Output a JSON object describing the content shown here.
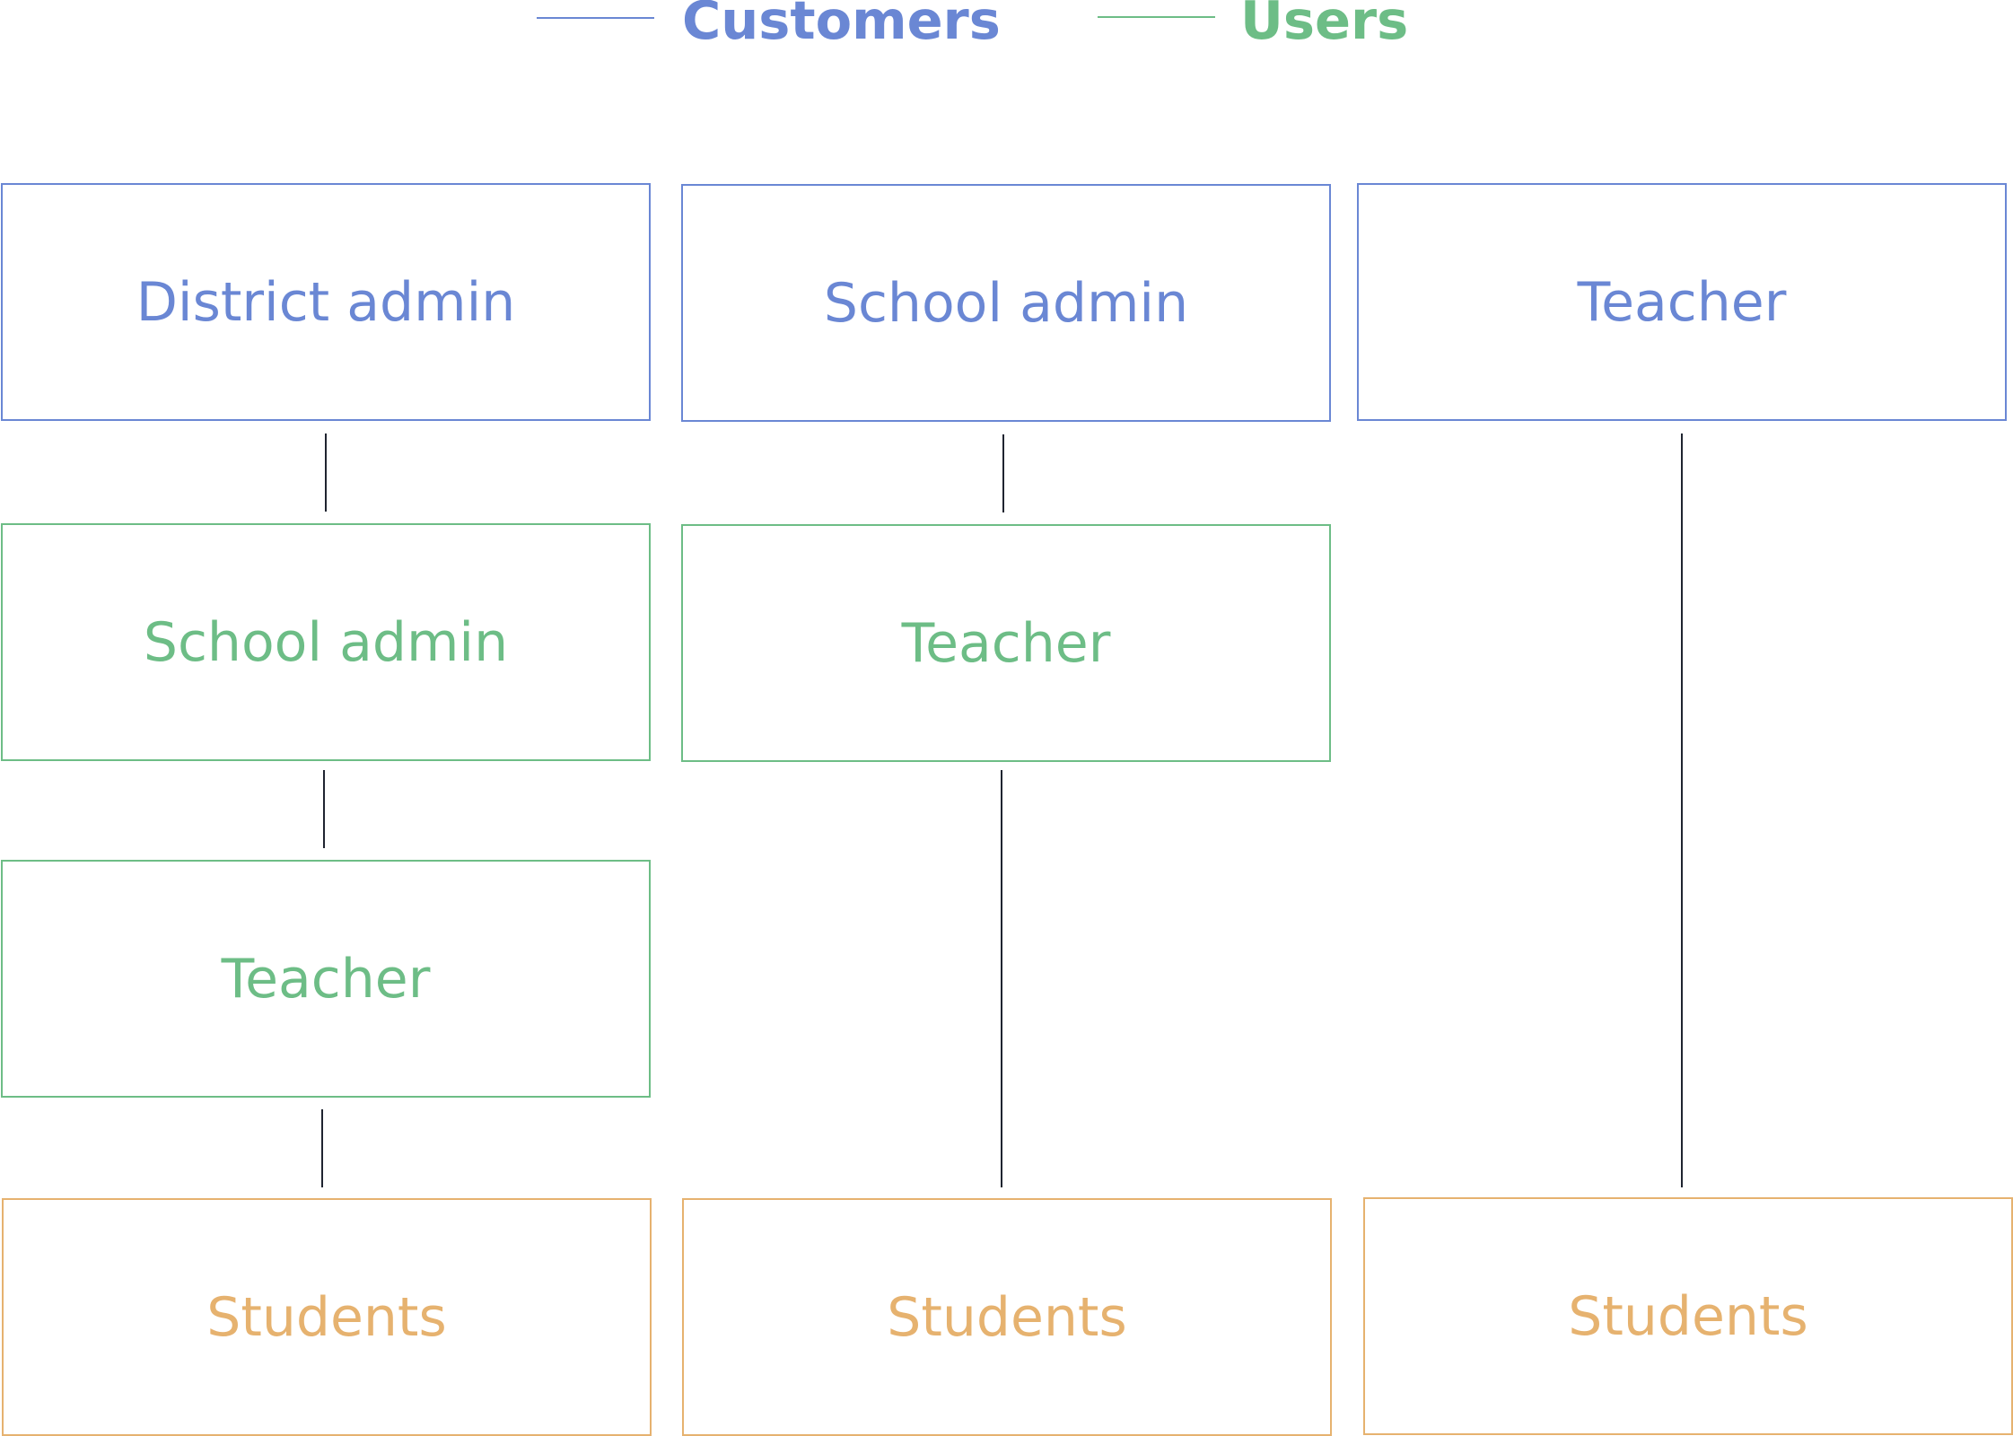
{
  "colors": {
    "customer": "#6a87d4",
    "user": "#6dbd86",
    "student": "#e6b26f",
    "connector": "#1f2430"
  },
  "legend": {
    "customers": "Customers",
    "users": "Users"
  },
  "columns": [
    {
      "boxes": [
        {
          "role": "customer",
          "label": "District admin"
        },
        {
          "role": "user",
          "label": "School admin"
        },
        {
          "role": "user",
          "label": "Teacher"
        },
        {
          "role": "student",
          "label": "Students"
        }
      ]
    },
    {
      "boxes": [
        {
          "role": "customer",
          "label": "School admin"
        },
        {
          "role": "user",
          "label": "Teacher"
        },
        {
          "role": "student",
          "label": "Students"
        }
      ]
    },
    {
      "boxes": [
        {
          "role": "customer",
          "label": "Teacher"
        },
        {
          "role": "student",
          "label": "Students"
        }
      ]
    }
  ]
}
